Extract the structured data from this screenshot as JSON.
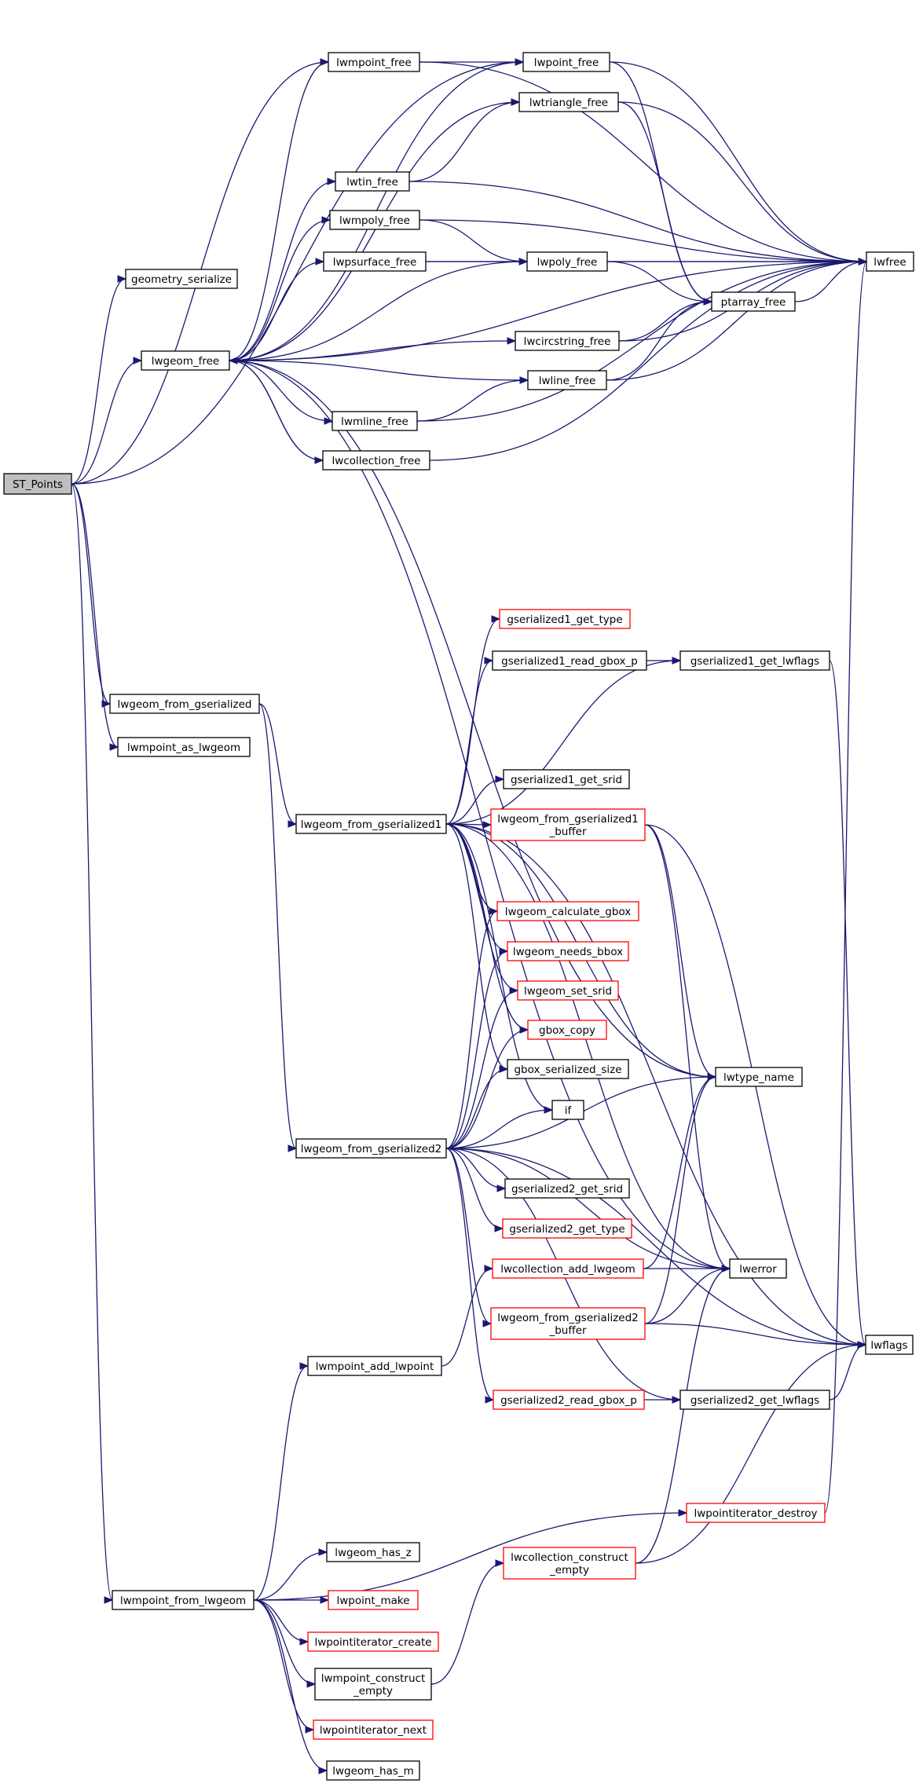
{
  "graph": {
    "nodes": [
      {
        "id": "st_points",
        "lines": [
          "ST_Points"
        ],
        "style": "root"
      },
      {
        "id": "geometry_serialize",
        "lines": [
          "geometry_serialize"
        ],
        "style": "normal"
      },
      {
        "id": "lwgeom_free",
        "lines": [
          "lwgeom_free"
        ],
        "style": "normal"
      },
      {
        "id": "lwgeom_from_gserialized",
        "lines": [
          "lwgeom_from_gserialized"
        ],
        "style": "normal"
      },
      {
        "id": "lwmpoint_as_lwgeom",
        "lines": [
          "lwmpoint_as_lwgeom"
        ],
        "style": "normal"
      },
      {
        "id": "lwmpoint_from_lwgeom",
        "lines": [
          "lwmpoint_from_lwgeom"
        ],
        "style": "normal"
      },
      {
        "id": "lwmpoint_free",
        "lines": [
          "lwmpoint_free"
        ],
        "style": "normal"
      },
      {
        "id": "lwpoint_free",
        "lines": [
          "lwpoint_free"
        ],
        "style": "normal"
      },
      {
        "id": "lwtriangle_free",
        "lines": [
          "lwtriangle_free"
        ],
        "style": "normal"
      },
      {
        "id": "lwtin_free",
        "lines": [
          "lwtin_free"
        ],
        "style": "normal"
      },
      {
        "id": "lwmpoly_free",
        "lines": [
          "lwmpoly_free"
        ],
        "style": "normal"
      },
      {
        "id": "lwpsurface_free",
        "lines": [
          "lwpsurface_free"
        ],
        "style": "normal"
      },
      {
        "id": "lwpoly_free",
        "lines": [
          "lwpoly_free"
        ],
        "style": "normal"
      },
      {
        "id": "lwfree",
        "lines": [
          "lwfree"
        ],
        "style": "normal"
      },
      {
        "id": "ptarray_free",
        "lines": [
          "ptarray_free"
        ],
        "style": "normal"
      },
      {
        "id": "lwcircstring_free",
        "lines": [
          "lwcircstring_free"
        ],
        "style": "normal"
      },
      {
        "id": "lwline_free",
        "lines": [
          "lwline_free"
        ],
        "style": "normal"
      },
      {
        "id": "lwmline_free",
        "lines": [
          "lwmline_free"
        ],
        "style": "normal"
      },
      {
        "id": "lwcollection_free",
        "lines": [
          "lwcollection_free"
        ],
        "style": "normal"
      },
      {
        "id": "gserialized1_get_type",
        "lines": [
          "gserialized1_get_type"
        ],
        "style": "red"
      },
      {
        "id": "gserialized1_read_gbox_p",
        "lines": [
          "gserialized1_read_gbox_p"
        ],
        "style": "normal"
      },
      {
        "id": "gserialized1_get_lwflags",
        "lines": [
          "gserialized1_get_lwflags"
        ],
        "style": "normal"
      },
      {
        "id": "gserialized1_get_srid",
        "lines": [
          "gserialized1_get_srid"
        ],
        "style": "normal"
      },
      {
        "id": "lwgeom_from_gserialized1",
        "lines": [
          "lwgeom_from_gserialized1"
        ],
        "style": "normal"
      },
      {
        "id": "lwgeom_from_gserialized1_buffer",
        "lines": [
          "lwgeom_from_gserialized1",
          "_buffer"
        ],
        "style": "red"
      },
      {
        "id": "lwgeom_calculate_gbox",
        "lines": [
          "lwgeom_calculate_gbox"
        ],
        "style": "red"
      },
      {
        "id": "lwgeom_needs_bbox",
        "lines": [
          "lwgeom_needs_bbox"
        ],
        "style": "red"
      },
      {
        "id": "lwgeom_set_srid",
        "lines": [
          "lwgeom_set_srid"
        ],
        "style": "red"
      },
      {
        "id": "gbox_copy",
        "lines": [
          "gbox_copy"
        ],
        "style": "red"
      },
      {
        "id": "gbox_serialized_size",
        "lines": [
          "gbox_serialized_size"
        ],
        "style": "normal"
      },
      {
        "id": "lwtype_name",
        "lines": [
          "lwtype_name"
        ],
        "style": "normal"
      },
      {
        "id": "if",
        "lines": [
          "if"
        ],
        "style": "normal"
      },
      {
        "id": "lwgeom_from_gserialized2",
        "lines": [
          "lwgeom_from_gserialized2"
        ],
        "style": "normal"
      },
      {
        "id": "gserialized2_get_srid",
        "lines": [
          "gserialized2_get_srid"
        ],
        "style": "normal"
      },
      {
        "id": "gserialized2_get_type",
        "lines": [
          "gserialized2_get_type"
        ],
        "style": "red"
      },
      {
        "id": "lwcollection_add_lwgeom",
        "lines": [
          "lwcollection_add_lwgeom"
        ],
        "style": "red"
      },
      {
        "id": "lwerror",
        "lines": [
          "lwerror"
        ],
        "style": "normal"
      },
      {
        "id": "lwgeom_from_gserialized2_buffer",
        "lines": [
          "lwgeom_from_gserialized2",
          "_buffer"
        ],
        "style": "red"
      },
      {
        "id": "lwflags",
        "lines": [
          "lwflags"
        ],
        "style": "normal"
      },
      {
        "id": "lwmpoint_add_lwpoint",
        "lines": [
          "lwmpoint_add_lwpoint"
        ],
        "style": "normal"
      },
      {
        "id": "gserialized2_read_gbox_p",
        "lines": [
          "gserialized2_read_gbox_p"
        ],
        "style": "red"
      },
      {
        "id": "gserialized2_get_lwflags",
        "lines": [
          "gserialized2_get_lwflags"
        ],
        "style": "normal"
      },
      {
        "id": "lwpointiterator_destroy",
        "lines": [
          "lwpointiterator_destroy"
        ],
        "style": "red"
      },
      {
        "id": "lwgeom_has_z",
        "lines": [
          "lwgeom_has_z"
        ],
        "style": "normal"
      },
      {
        "id": "lwcollection_construct_empty",
        "lines": [
          "lwcollection_construct",
          "_empty"
        ],
        "style": "red"
      },
      {
        "id": "lwpoint_make",
        "lines": [
          "lwpoint_make"
        ],
        "style": "red"
      },
      {
        "id": "lwpointiterator_create",
        "lines": [
          "lwpointiterator_create"
        ],
        "style": "red"
      },
      {
        "id": "lwmpoint_construct_empty",
        "lines": [
          "lwmpoint_construct",
          "_empty"
        ],
        "style": "normal"
      },
      {
        "id": "lwpointiterator_next",
        "lines": [
          "lwpointiterator_next"
        ],
        "style": "red"
      },
      {
        "id": "lwgeom_has_m",
        "lines": [
          "lwgeom_has_m"
        ],
        "style": "normal"
      }
    ],
    "edges": [
      [
        "st_points",
        "geometry_serialize"
      ],
      [
        "st_points",
        "lwgeom_free"
      ],
      [
        "st_points",
        "lwmpoint_free"
      ],
      [
        "st_points",
        "lwpoint_free"
      ],
      [
        "st_points",
        "lwgeom_from_gserialized"
      ],
      [
        "st_points",
        "lwmpoint_as_lwgeom"
      ],
      [
        "st_points",
        "lwmpoint_from_lwgeom"
      ],
      [
        "lwgeom_free",
        "lwmpoint_free"
      ],
      [
        "lwgeom_free",
        "lwpoint_free"
      ],
      [
        "lwgeom_free",
        "lwtriangle_free"
      ],
      [
        "lwgeom_free",
        "lwtin_free"
      ],
      [
        "lwgeom_free",
        "lwmpoly_free"
      ],
      [
        "lwgeom_free",
        "lwpsurface_free"
      ],
      [
        "lwgeom_free",
        "lwpoly_free"
      ],
      [
        "lwgeom_free",
        "lwcircstring_free"
      ],
      [
        "lwgeom_free",
        "lwline_free"
      ],
      [
        "lwgeom_free",
        "lwmline_free"
      ],
      [
        "lwgeom_free",
        "lwcollection_free"
      ],
      [
        "lwgeom_free",
        "lwtype_name"
      ],
      [
        "lwgeom_free",
        "lwerror"
      ],
      [
        "lwgeom_free",
        "lwfree"
      ],
      [
        "lwmpoint_free",
        "lwpoint_free"
      ],
      [
        "lwmpoint_free",
        "lwfree"
      ],
      [
        "lwpoint_free",
        "ptarray_free"
      ],
      [
        "lwpoint_free",
        "lwfree"
      ],
      [
        "lwtriangle_free",
        "ptarray_free"
      ],
      [
        "lwtriangle_free",
        "lwfree"
      ],
      [
        "lwtin_free",
        "lwtriangle_free"
      ],
      [
        "lwtin_free",
        "lwfree"
      ],
      [
        "lwmpoly_free",
        "lwpoly_free"
      ],
      [
        "lwmpoly_free",
        "lwfree"
      ],
      [
        "lwpsurface_free",
        "lwpoly_free"
      ],
      [
        "lwpsurface_free",
        "lwfree"
      ],
      [
        "lwpoly_free",
        "ptarray_free"
      ],
      [
        "lwpoly_free",
        "lwfree"
      ],
      [
        "lwcircstring_free",
        "ptarray_free"
      ],
      [
        "lwcircstring_free",
        "lwfree"
      ],
      [
        "lwline_free",
        "ptarray_free"
      ],
      [
        "lwline_free",
        "lwfree"
      ],
      [
        "lwmline_free",
        "lwline_free"
      ],
      [
        "lwmline_free",
        "lwfree"
      ],
      [
        "lwcollection_free",
        "lwgeom_free"
      ],
      [
        "lwcollection_free",
        "lwfree"
      ],
      [
        "ptarray_free",
        "lwfree"
      ],
      [
        "lwgeom_from_gserialized",
        "lwgeom_from_gserialized1"
      ],
      [
        "lwgeom_from_gserialized",
        "lwgeom_from_gserialized2"
      ],
      [
        "lwgeom_from_gserialized1",
        "gserialized1_get_type"
      ],
      [
        "lwgeom_from_gserialized1",
        "gserialized1_read_gbox_p"
      ],
      [
        "lwgeom_from_gserialized1",
        "gserialized1_get_lwflags"
      ],
      [
        "lwgeom_from_gserialized1",
        "gserialized1_get_srid"
      ],
      [
        "lwgeom_from_gserialized1",
        "lwgeom_from_gserialized1_buffer"
      ],
      [
        "lwgeom_from_gserialized1",
        "lwgeom_calculate_gbox"
      ],
      [
        "lwgeom_from_gserialized1",
        "lwgeom_needs_bbox"
      ],
      [
        "lwgeom_from_gserialized1",
        "lwgeom_set_srid"
      ],
      [
        "lwgeom_from_gserialized1",
        "gbox_copy"
      ],
      [
        "lwgeom_from_gserialized1",
        "gbox_serialized_size"
      ],
      [
        "lwgeom_from_gserialized1",
        "if"
      ],
      [
        "lwgeom_from_gserialized1",
        "lwtype_name"
      ],
      [
        "lwgeom_from_gserialized1",
        "lwerror"
      ],
      [
        "lwgeom_from_gserialized1",
        "lwflags"
      ],
      [
        "gserialized1_read_gbox_p",
        "gserialized1_get_lwflags"
      ],
      [
        "gserialized1_get_lwflags",
        "lwflags"
      ],
      [
        "lwgeom_from_gserialized1_buffer",
        "lwtype_name"
      ],
      [
        "lwgeom_from_gserialized1_buffer",
        "lwerror"
      ],
      [
        "lwgeom_from_gserialized1_buffer",
        "lwflags"
      ],
      [
        "lwgeom_from_gserialized2",
        "lwgeom_calculate_gbox"
      ],
      [
        "lwgeom_from_gserialized2",
        "lwgeom_needs_bbox"
      ],
      [
        "lwgeom_from_gserialized2",
        "lwgeom_set_srid"
      ],
      [
        "lwgeom_from_gserialized2",
        "gbox_copy"
      ],
      [
        "lwgeom_from_gserialized2",
        "gbox_serialized_size"
      ],
      [
        "lwgeom_from_gserialized2",
        "if"
      ],
      [
        "lwgeom_from_gserialized2",
        "lwtype_name"
      ],
      [
        "lwgeom_from_gserialized2",
        "gserialized2_get_srid"
      ],
      [
        "lwgeom_from_gserialized2",
        "gserialized2_get_type"
      ],
      [
        "lwgeom_from_gserialized2",
        "lwerror"
      ],
      [
        "lwgeom_from_gserialized2",
        "lwgeom_from_gserialized2_buffer"
      ],
      [
        "lwgeom_from_gserialized2",
        "gserialized2_read_gbox_p"
      ],
      [
        "lwgeom_from_gserialized2",
        "gserialized2_get_lwflags"
      ],
      [
        "lwgeom_from_gserialized2",
        "lwflags"
      ],
      [
        "lwcollection_add_lwgeom",
        "lwerror"
      ],
      [
        "lwcollection_add_lwgeom",
        "lwtype_name"
      ],
      [
        "lwgeom_from_gserialized2_buffer",
        "lwtype_name"
      ],
      [
        "lwgeom_from_gserialized2_buffer",
        "lwerror"
      ],
      [
        "lwgeom_from_gserialized2_buffer",
        "lwflags"
      ],
      [
        "gserialized2_read_gbox_p",
        "gserialized2_get_lwflags"
      ],
      [
        "gserialized2_get_lwflags",
        "lwflags"
      ],
      [
        "lwmpoint_add_lwpoint",
        "lwcollection_add_lwgeom"
      ],
      [
        "lwmpoint_from_lwgeom",
        "lwmpoint_add_lwpoint"
      ],
      [
        "lwmpoint_from_lwgeom",
        "lwpointiterator_destroy"
      ],
      [
        "lwmpoint_from_lwgeom",
        "lwgeom_has_z"
      ],
      [
        "lwmpoint_from_lwgeom",
        "lwpoint_make"
      ],
      [
        "lwmpoint_from_lwgeom",
        "lwpointiterator_create"
      ],
      [
        "lwmpoint_from_lwgeom",
        "lwmpoint_construct_empty"
      ],
      [
        "lwmpoint_from_lwgeom",
        "lwpointiterator_next"
      ],
      [
        "lwmpoint_from_lwgeom",
        "lwgeom_has_m"
      ],
      [
        "lwpointiterator_destroy",
        "lwfree"
      ],
      [
        "lwcollection_construct_empty",
        "lwerror"
      ],
      [
        "lwcollection_construct_empty",
        "lwflags"
      ],
      [
        "lwmpoint_construct_empty",
        "lwcollection_construct_empty"
      ]
    ]
  }
}
